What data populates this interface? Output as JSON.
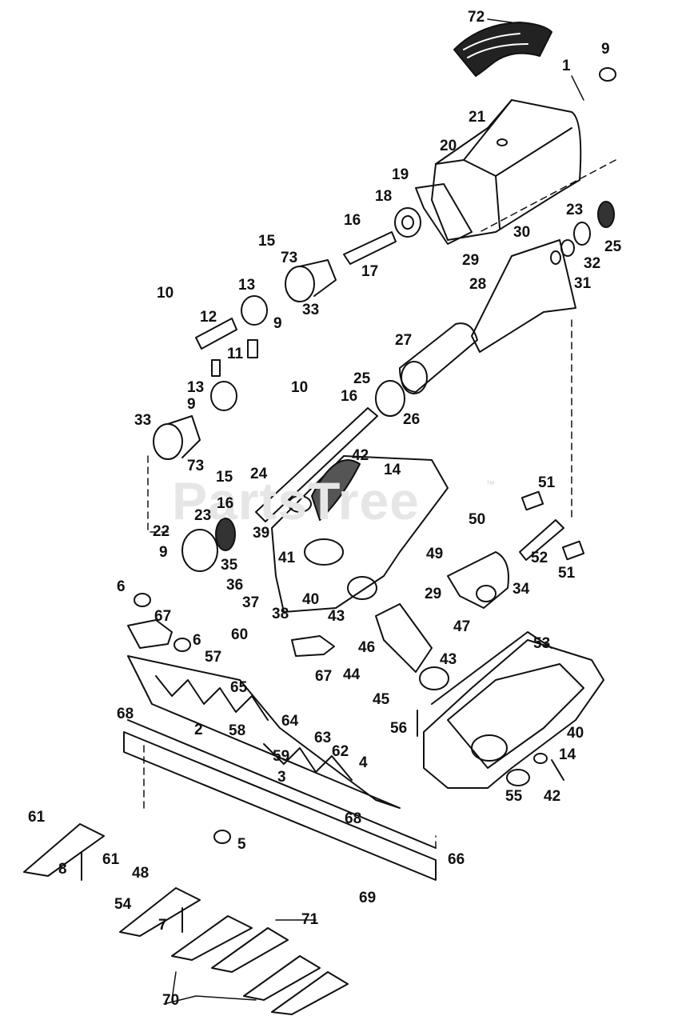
{
  "watermark": {
    "text": "PartsTree",
    "trademark": "™"
  },
  "callouts": [
    "1",
    "2",
    "3",
    "4",
    "5",
    "6",
    "7",
    "8",
    "9",
    "10",
    "11",
    "12",
    "13",
    "14",
    "15",
    "16",
    "17",
    "18",
    "19",
    "20",
    "21",
    "22",
    "23",
    "24",
    "25",
    "26",
    "27",
    "28",
    "29",
    "30",
    "31",
    "32",
    "33",
    "34",
    "35",
    "36",
    "37",
    "38",
    "39",
    "40",
    "41",
    "42",
    "43",
    "44",
    "45",
    "46",
    "47",
    "48",
    "49",
    "50",
    "51",
    "52",
    "53",
    "54",
    "55",
    "56",
    "57",
    "58",
    "59",
    "60",
    "61",
    "62",
    "63",
    "64",
    "65",
    "66",
    "67",
    "68",
    "69",
    "70",
    "71",
    "72",
    "73"
  ]
}
